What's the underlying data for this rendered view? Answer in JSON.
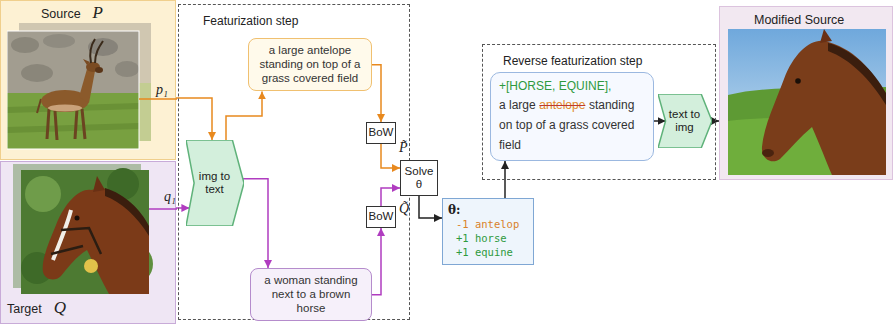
{
  "diagram": {
    "nodes": [
      {
        "text": [
          "Source",
          "P"
        ]
      },
      {
        "text": [
          "Target",
          "Q"
        ]
      },
      {
        "text": [
          "Featurization step"
        ]
      },
      {
        "text": [
          "img to text"
        ],
        "in": 2
      },
      {
        "text": [
          "a large antelope standing on top of a grass covered field"
        ],
        "in": 2
      },
      {
        "text": [
          "BoW"
        ],
        "in": 2
      },
      {
        "text": [
          "a woman standing next to a brown horse"
        ],
        "in": 2
      },
      {
        "text": [
          "BoW"
        ],
        "in": 2
      },
      {
        "text": [
          "Solve θ"
        ],
        "in": 2
      },
      {
        "text": [
          "θ:",
          "-1 antelop",
          "+1 horse",
          "+1 equine"
        ]
      },
      {
        "text": [
          "Reverse featurization step"
        ]
      },
      {
        "text": [
          "+[HORSE, EQUINE],",
          "a large",
          "antelope",
          "standing on top of a grass covered field"
        ],
        "in": 10
      },
      {
        "text": [
          "text to img"
        ],
        "in": 10
      },
      {
        "text": [
          "Modified Source"
        ]
      }
    ],
    "edges": [
      {
        "from": 0,
        "to": 3,
        "arrow": "to"
      },
      {
        "from": 3,
        "to": 4,
        "arrow": "to"
      },
      {
        "from": 1,
        "to": 3,
        "arrow": "to"
      },
      {
        "from": 3,
        "to": 6,
        "arrow": "to"
      },
      {
        "from": 4,
        "to": 5,
        "arrow": "to"
      },
      {
        "from": 5,
        "to": 8,
        "arrow": "to"
      },
      {
        "from": 6,
        "to": 7,
        "arrow": "to"
      },
      {
        "from": 7,
        "to": 8,
        "arrow": "to"
      },
      {
        "from": 8,
        "to": 9,
        "arrow": "to"
      },
      {
        "from": 9,
        "to": 11,
        "arrow": "to"
      },
      {
        "from": 11,
        "to": 12,
        "arrow": "to"
      },
      {
        "from": 12,
        "to": 13,
        "arrow": "to"
      }
    ],
    "labels": [
      "p₁",
      "q₁",
      "P̃",
      "Q̃"
    ]
  }
}
